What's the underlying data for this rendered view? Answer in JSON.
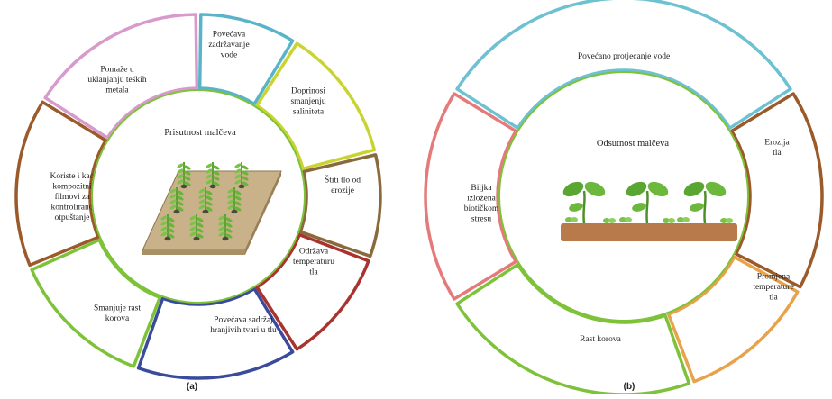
{
  "panel_a": {
    "center_title": "Prisutnost malčeva",
    "panel_label": "(a)",
    "segments": [
      {
        "lines": [
          "Povećava",
          "zadržavanje",
          "vode"
        ],
        "color": "#5ab4c9"
      },
      {
        "lines": [
          "Doprinosi",
          "smanjenju",
          "saliniteta"
        ],
        "color": "#c9d433"
      },
      {
        "lines": [
          "Štiti tlo od",
          "erozije"
        ],
        "color": "#8a6a3c"
      },
      {
        "lines": [
          "Održava",
          "temperaturu",
          "tla"
        ],
        "color": "#a8332f"
      },
      {
        "lines": [
          "Povećava sadržaj",
          "hranjivih tvari u tlu"
        ],
        "color": "#3b4b9c"
      },
      {
        "lines": [
          "Smanjuje rast",
          "korova"
        ],
        "color": "#7ec23a"
      },
      {
        "lines": [
          "Koriste i kao",
          "kompozitni",
          "filmovi za",
          "kontrolirano",
          "otpuštanje"
        ],
        "color": "#9a5a2a"
      },
      {
        "lines": [
          "Pomaže u",
          "uklanjanju teških",
          "metala"
        ],
        "color": "#d79acb"
      }
    ]
  },
  "panel_b": {
    "center_title": "Odsutnost malčeva",
    "panel_label": "(b)",
    "segments": [
      {
        "lines": [
          "Povećano protjecanje vode"
        ],
        "color": "#6ec1d1"
      },
      {
        "lines": [
          "Erozija",
          "tla"
        ],
        "color": "#9a5a2a"
      },
      {
        "lines": [
          "Promjena",
          "temperature",
          "tla"
        ],
        "color": "#e8a24a"
      },
      {
        "lines": [
          "Rast korova"
        ],
        "color": "#7ec23a"
      },
      {
        "lines": [
          "Biljka",
          "izložena",
          "biotičkom",
          "stresu"
        ],
        "color": "#e57a7a"
      }
    ]
  }
}
